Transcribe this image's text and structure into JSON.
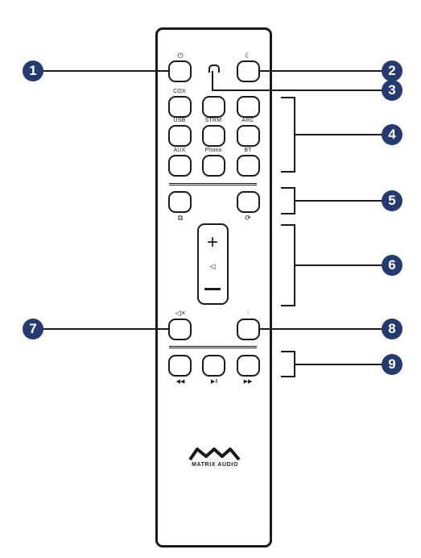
{
  "accent_color": "#253a6e",
  "brand": {
    "name": "MATRIX AUDIO"
  },
  "labels": {
    "coax": "COX",
    "usb": "USB",
    "strm": "STRM",
    "arc": "ARC",
    "aux": "AUX",
    "phono": "Phono",
    "bt": "BT"
  },
  "icons": {
    "power": "⏻",
    "sleep": "☾",
    "screen": "⧉",
    "refresh": "⟳",
    "speaker": "◁",
    "mute": "◁×",
    "eq": "⫶",
    "prev": "◀◀",
    "playpause": "▶ǁ",
    "next": "▶▶"
  },
  "callouts": [
    "1",
    "2",
    "3",
    "4",
    "5",
    "6",
    "7",
    "8",
    "9"
  ]
}
